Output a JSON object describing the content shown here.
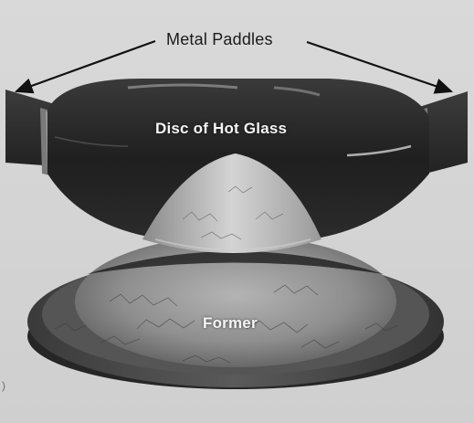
{
  "labels": {
    "paddles": "Metal Paddles",
    "disc": "Disc of Hot Glass",
    "former": "Former"
  },
  "colors": {
    "background": "#d6d6d6",
    "paddle": "#2d2d2d",
    "glass": "#242424",
    "former_top": "#9a9a9a",
    "former_base": "#4a4a4a",
    "arrow": "#111111"
  }
}
